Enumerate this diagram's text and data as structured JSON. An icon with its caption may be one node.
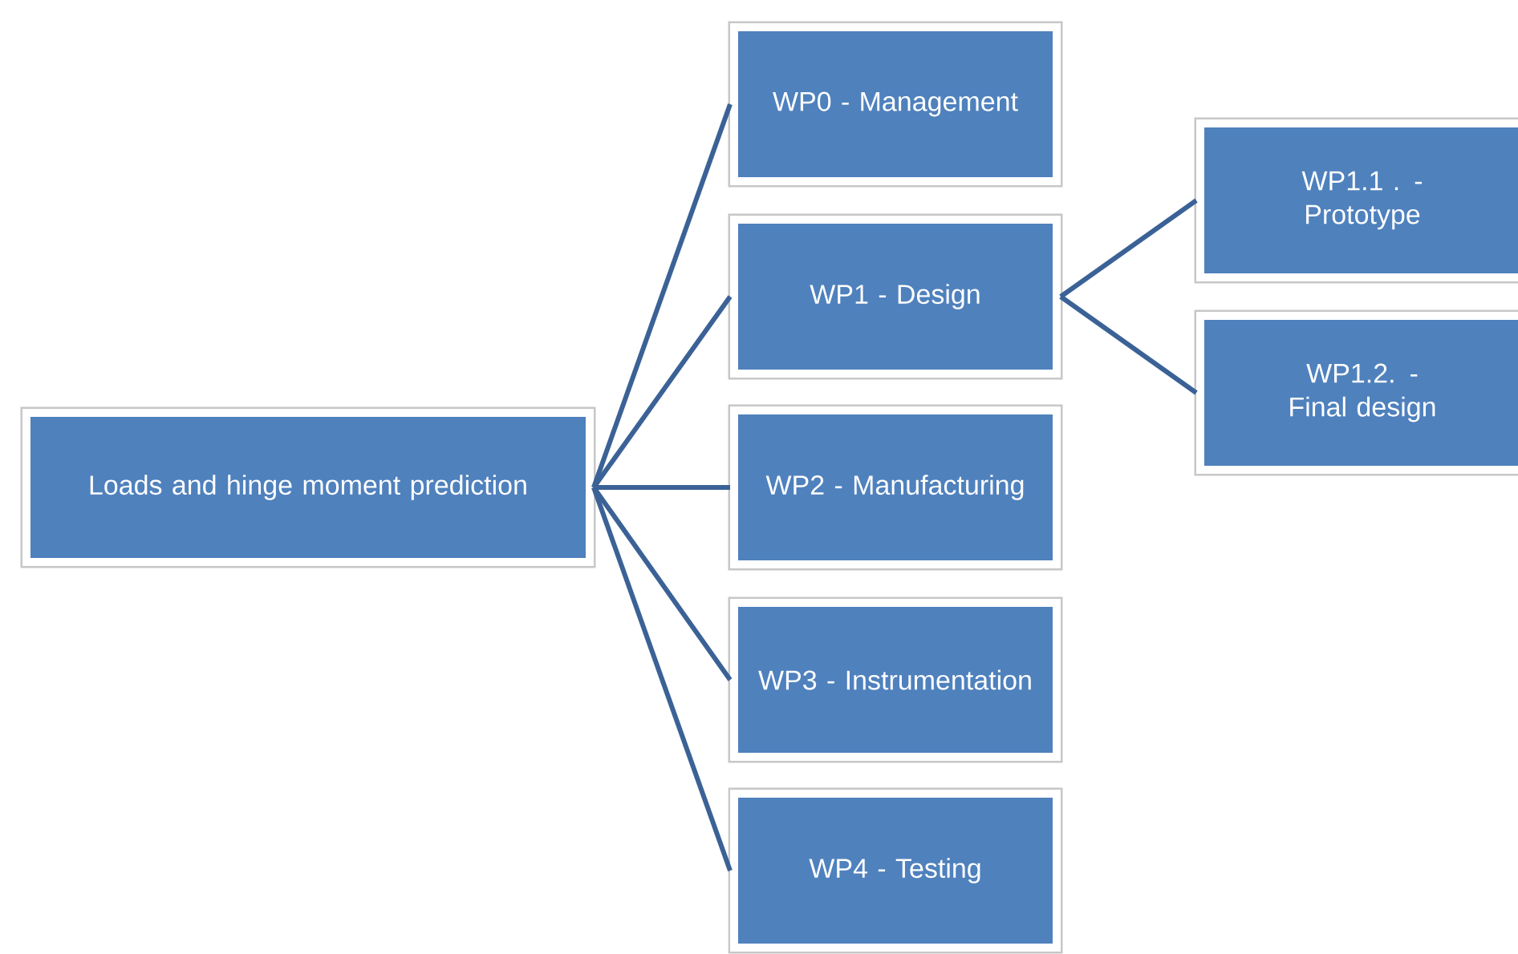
{
  "diagram": {
    "nodes": [
      {
        "text": [
          "Loads and hinge moment prediction"
        ]
      },
      {
        "text": [
          "WP0 - Management"
        ]
      },
      {
        "text": [
          "WP1 - Design"
        ]
      },
      {
        "text": [
          "WP2 - Manufacturing"
        ]
      },
      {
        "text": [
          "WP3 - Instrumentation"
        ]
      },
      {
        "text": [
          "WP4 - Testing"
        ]
      },
      {
        "text": [
          "WP1.1 . - Prototype"
        ]
      },
      {
        "text": [
          "WP1.2. - Final design"
        ]
      }
    ],
    "edges": [
      {
        "from": 0,
        "to": 1,
        "arrow": "none"
      },
      {
        "from": 0,
        "to": 2,
        "arrow": "none"
      },
      {
        "from": 0,
        "to": 3,
        "arrow": "none"
      },
      {
        "from": 0,
        "to": 4,
        "arrow": "none"
      },
      {
        "from": 0,
        "to": 5,
        "arrow": "none"
      },
      {
        "from": 2,
        "to": 6,
        "arrow": "none"
      },
      {
        "from": 2,
        "to": 7,
        "arrow": "none"
      }
    ]
  }
}
